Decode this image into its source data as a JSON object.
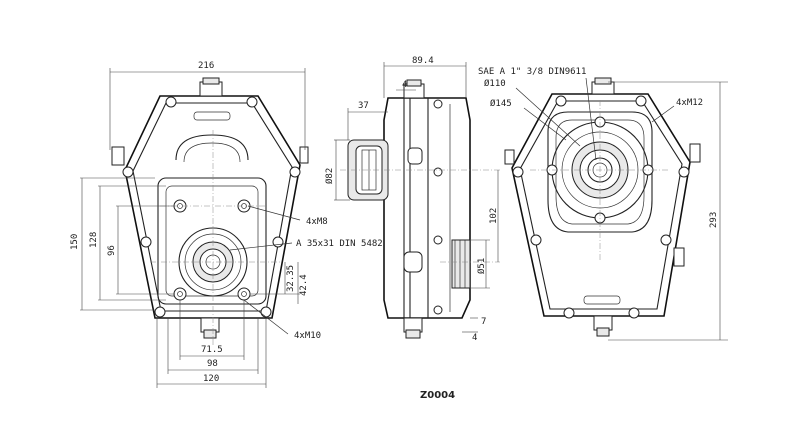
{
  "front_view": {
    "dim_width_top": "216",
    "dim_height_150": "150",
    "dim_height_128": "128",
    "dim_height_96": "96",
    "dim_32_35": "32.35",
    "dim_42_4": "42.4",
    "dim_71_5": "71.5",
    "dim_98": "98",
    "dim_120": "120",
    "note_m8": "4xM8",
    "note_spline": "A 35x31 DIN 5482",
    "note_m10": "4xM10"
  },
  "side_view": {
    "dim_89_4": "89.4",
    "dim_4_top": "4",
    "dim_37": "37",
    "dim_d82": "Ø82",
    "dim_102": "102",
    "dim_d51": "Ø51",
    "dim_7": "7",
    "dim_4_bottom": "4"
  },
  "rear_view": {
    "note_sae": "SAE A 1\" 3/8 DIN9611",
    "dim_d110": "Ø110",
    "dim_d145": "Ø145",
    "note_m12": "4xM12",
    "dim_293": "293"
  },
  "footer": {
    "part_number": "Z0004"
  }
}
